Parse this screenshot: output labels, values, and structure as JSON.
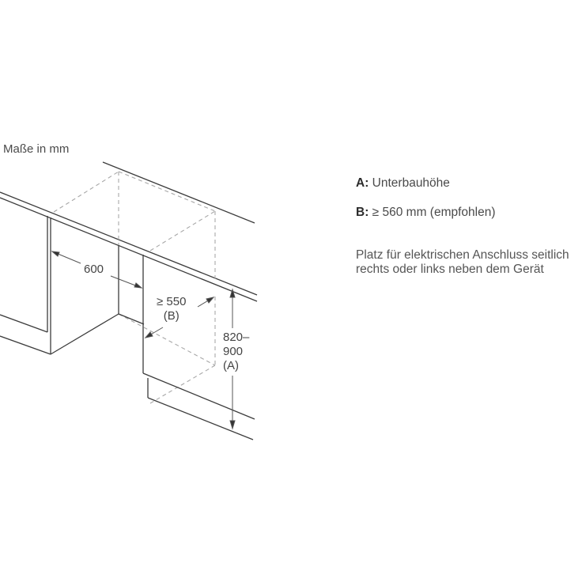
{
  "diagram": {
    "units_label": "Maße in mm",
    "dimensions": {
      "cabinet_width": "600",
      "depth_min": "≥ 550",
      "depth_ref": "(B)",
      "height_line1": "820–",
      "height_line2": "900",
      "height_ref": "(A)"
    },
    "legend": [
      {
        "key": "A:",
        "text": "Unterbauhöhe"
      },
      {
        "key": "B:",
        "text": "≥ 560 mm (empfohlen)"
      }
    ],
    "note": "Platz für elektrischen Anschluss seitlich rechts oder links neben dem Gerät",
    "colors": {
      "line": "#3c3c3c",
      "dashed": "#a8a8a8",
      "text": "#4a4a4a"
    }
  }
}
